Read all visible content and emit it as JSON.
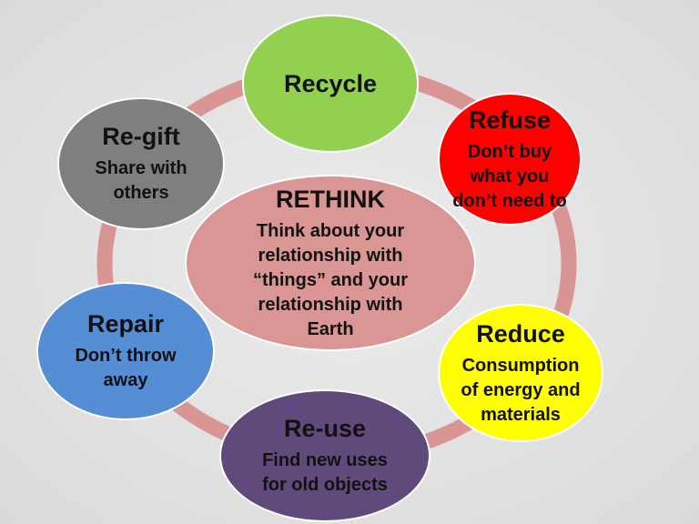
{
  "colors": {
    "ring": "#d99594",
    "recycle": "#92d050",
    "refuse": "#ff0000",
    "regift": "#7f7f7f",
    "rethink": "#d99694",
    "repair": "#558ed5",
    "reduce": "#ffff00",
    "reuse": "#604a7b"
  },
  "nodes": {
    "recycle": {
      "title": "Recycle",
      "desc": ""
    },
    "refuse": {
      "title": "Refuse",
      "desc": "Don’t buy what you don’t need to"
    },
    "regift": {
      "title": "Re-gift",
      "desc": "Share with others"
    },
    "rethink": {
      "title": "RETHINK",
      "desc": "Think about your relationship with “things” and your relationship with Earth"
    },
    "repair": {
      "title": "Repair",
      "desc": "Don’t throw away"
    },
    "reduce": {
      "title": "Reduce",
      "desc": "Consumption of energy and materials"
    },
    "reuse": {
      "title": "Re-use",
      "desc": "Find new uses for old objects"
    }
  }
}
